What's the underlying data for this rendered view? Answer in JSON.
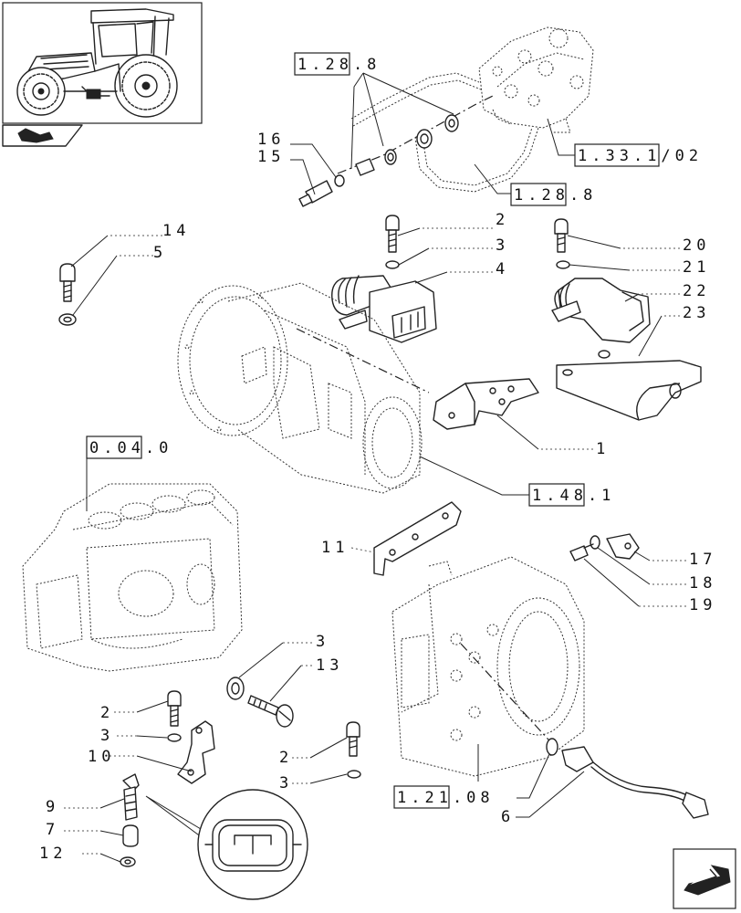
{
  "refs": {
    "r1": "1.28.8",
    "r2": "1.33.1/02",
    "r3": "1.28.8",
    "r4": "0.04.0",
    "r5": "1.48.1",
    "r6": "1.21.08"
  },
  "callouts": {
    "c16": "16",
    "c15": "15",
    "c14": "14",
    "c5": "5",
    "c2a": "2",
    "c3a": "3",
    "c4": "4",
    "c20": "20",
    "c21": "21",
    "c22": "22",
    "c23": "23",
    "c1": "1",
    "c11": "11",
    "c17": "17",
    "c18": "18",
    "c19": "19",
    "c3b": "3",
    "c13": "13",
    "c2b": "2",
    "c3c": "3",
    "c10": "10",
    "c2c": "2",
    "c3d": "3",
    "c9": "9",
    "c7": "7",
    "c12": "12",
    "c6": "6"
  },
  "icons": {
    "thumbnail": "tractor-thumbnail-icon",
    "section": "section-book-icon",
    "nav": "next-page-arrow-icon"
  }
}
